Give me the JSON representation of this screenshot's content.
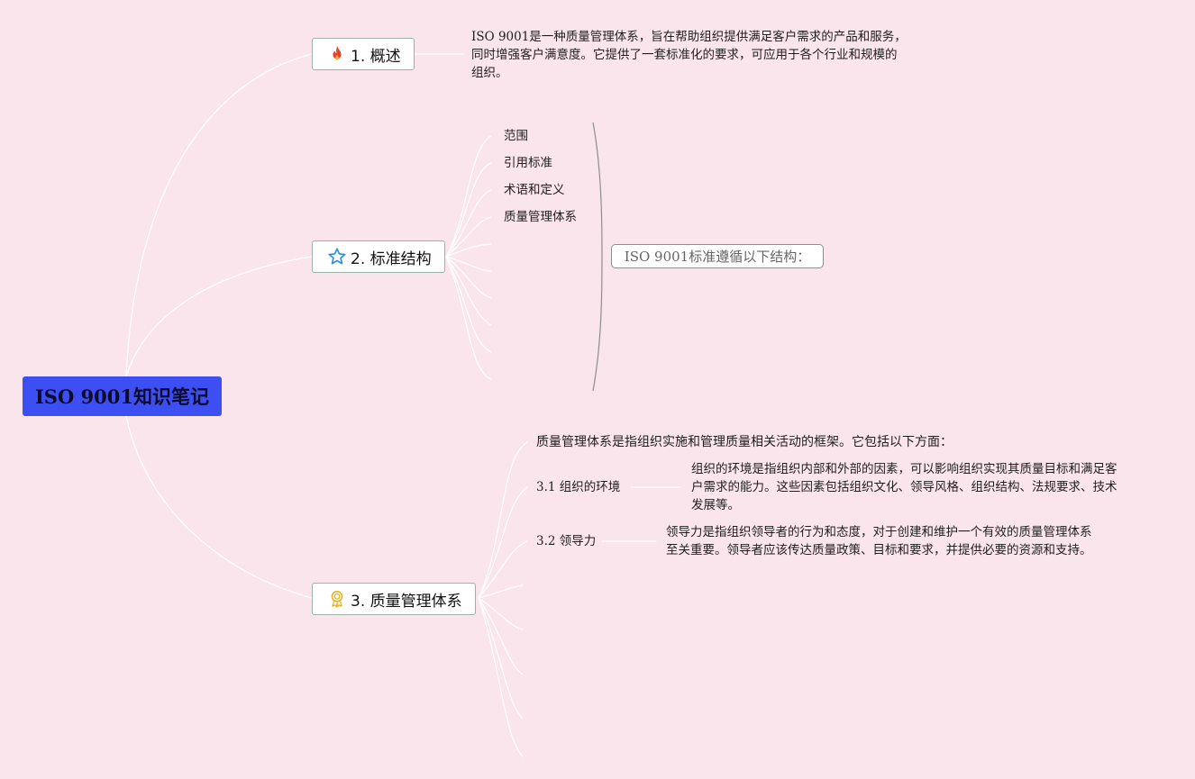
{
  "root": {
    "label": "ISO 9001知识笔记"
  },
  "topics": [
    {
      "label": "1. 概述",
      "icon": "fire-icon"
    },
    {
      "label": "2. 标准结构",
      "icon": "star-icon"
    },
    {
      "label": "3. 质量管理体系",
      "icon": "award-ribbon-icon"
    }
  ],
  "overview": {
    "lines": [
      "ISO 9001是一种质量管理体系，旨在帮助组织提供满足客户需求的产品和服务，",
      "同时增强客户满意度。它提供了一套标准化的要求，可应用于各个行业和规模的",
      "组织。"
    ]
  },
  "structure": {
    "items": [
      "范围",
      "引用标准",
      "术语和定义",
      "质量管理体系"
    ],
    "summary": "ISO 9001标准遵循以下结构："
  },
  "qms": {
    "intro": "质量管理体系是指组织实施和管理质量相关活动的框架。它包括以下方面：",
    "subtopics": [
      {
        "label": "3.1 组织的环境",
        "lines": [
          "组织的环境是指组织内部和外部的因素，可以影响组织实现其质量目标和满足客",
          "户需求的能力。这些因素包括组织文化、领导风格、组织结构、法规要求、技术",
          "发展等。"
        ]
      },
      {
        "label": "3.2 领导力",
        "lines": [
          "领导力是指组织领导者的行为和态度，对于创建和维护一个有效的质量管理体系",
          "至关重要。领导者应该传达质量政策、目标和要求，并提供必要的资源和支持。"
        ]
      }
    ]
  },
  "colors": {
    "background": "#fbe5ed",
    "root": "#3d4ff2",
    "connector": "#ffffff",
    "bracket": "#8a8f8c"
  }
}
